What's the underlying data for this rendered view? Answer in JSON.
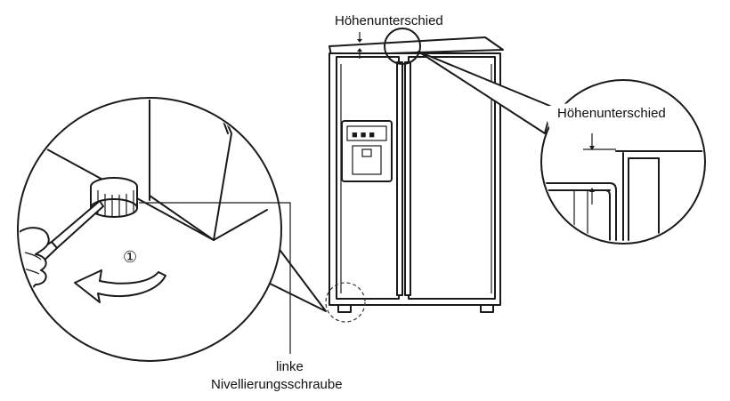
{
  "labels": {
    "height_difference_top": "Höhenunterschied",
    "height_difference_detail": "Höhenunterschied",
    "left_leveling_screw_line1": "linke",
    "left_leveling_screw_line2": "Nivellierungsschraube",
    "step_marker": "①"
  }
}
